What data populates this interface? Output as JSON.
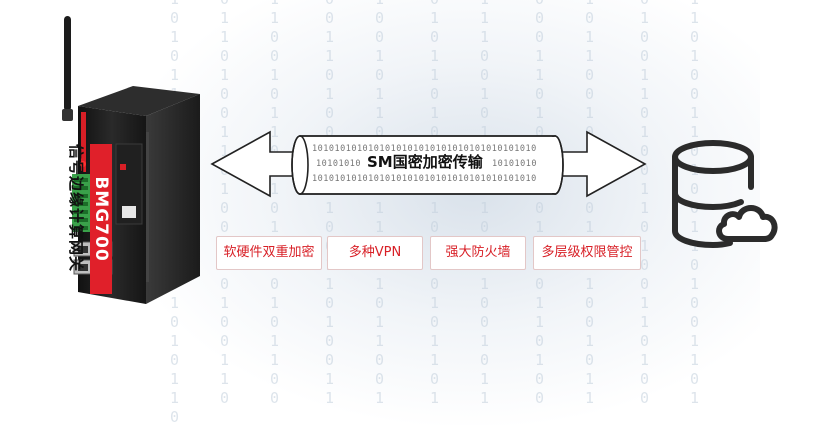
{
  "device": {
    "model": "BMG700",
    "name": "信号边缘计算网关"
  },
  "tunnel": {
    "title": "SM国密加密传输",
    "binary_rows": [
      "1010101010101010101010101010101010101010",
      "10101010",
      "10101010",
      "1010101010101010101010101010101010101010"
    ]
  },
  "features": [
    {
      "label": "软硬件双重加密"
    },
    {
      "label": "多种VPN"
    },
    {
      "label": "强大防火墙"
    },
    {
      "label": "多层级权限管控"
    }
  ],
  "icons": {
    "server": "database-cloud-icon",
    "arrows": "double-arrow-icon"
  },
  "colors": {
    "accent_red": "#d81f26",
    "icon_dark": "#2b2b2b"
  }
}
